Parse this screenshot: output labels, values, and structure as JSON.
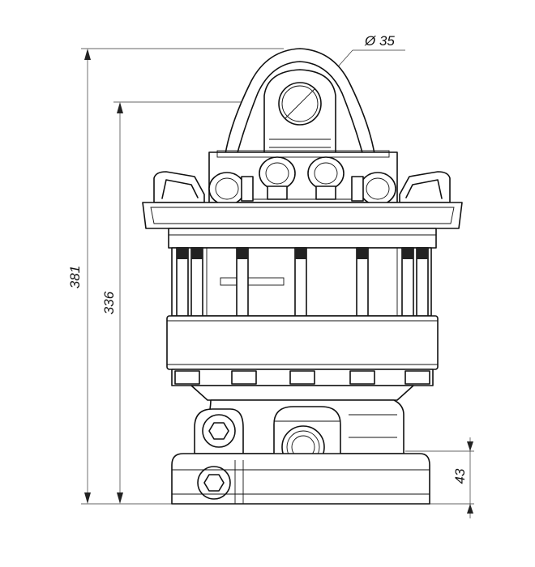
{
  "dimensions": {
    "bore_diameter": "Ø 35",
    "total_height": "381",
    "body_height": "336",
    "base_height": "43"
  },
  "colors": {
    "line": "#111111",
    "background": "#ffffff"
  }
}
